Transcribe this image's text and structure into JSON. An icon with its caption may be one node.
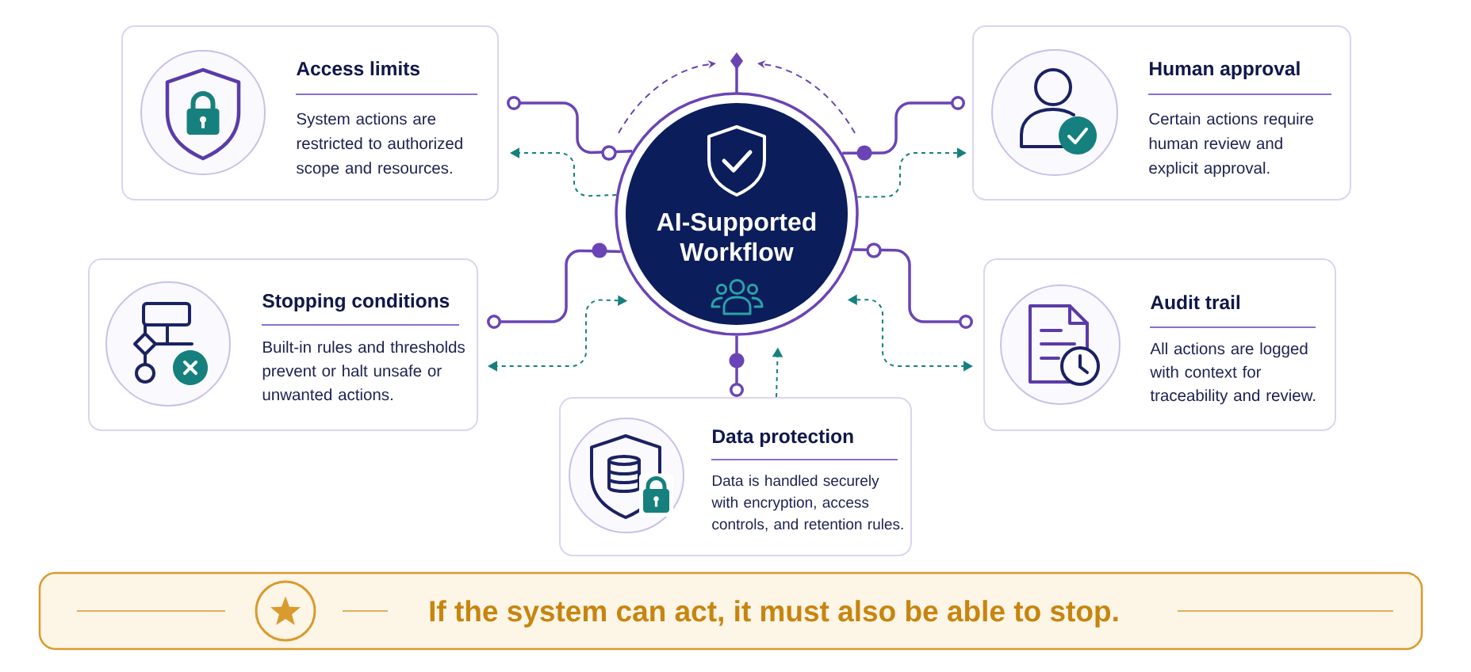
{
  "diagram": {
    "nodes": [
      {
        "text": [
          "Access limits",
          "System actions are restricted to authorized scope and resources."
        ]
      },
      {
        "text": [
          "AI-Supported Workflow"
        ]
      },
      {
        "text": [
          "Human approval",
          "Certain actions require human review and explicit approval."
        ]
      },
      {
        "text": [
          "Stopping conditions",
          "Built-in rules and thresholds prevent or halt unsafe or unwanted actions."
        ]
      },
      {
        "text": [
          "Audit trail",
          "All actions are logged with context for traceability and review."
        ]
      },
      {
        "text": [
          "Data protection",
          "Data is handled securely with encryption, access controls, and retention rules."
        ]
      },
      {
        "text": [
          "If the system can act, it must also be able to stop."
        ]
      }
    ],
    "edges": [
      {
        "from": 1,
        "to": 0,
        "arrow": "other"
      },
      {
        "from": 1,
        "to": 0,
        "arrow": "to",
        "style": "dashed",
        "color": "#16807e"
      },
      {
        "from": 1,
        "to": 2,
        "arrow": "other"
      },
      {
        "from": 1,
        "to": 2,
        "arrow": "to",
        "style": "dashed",
        "color": "#16807e"
      },
      {
        "from": 1,
        "to": 3,
        "arrow": "other"
      },
      {
        "from": 1,
        "to": 3,
        "arrow": "both",
        "style": "dashed",
        "color": "#16807e"
      },
      {
        "from": 1,
        "to": 4,
        "arrow": "other"
      },
      {
        "from": 1,
        "to": 4,
        "arrow": "both",
        "style": "dashed",
        "color": "#16807e"
      },
      {
        "from": 1,
        "to": 5,
        "arrow": "other"
      },
      {
        "from": 5,
        "to": 1,
        "arrow": "to",
        "style": "dashed",
        "color": "#16807e"
      }
    ]
  }
}
